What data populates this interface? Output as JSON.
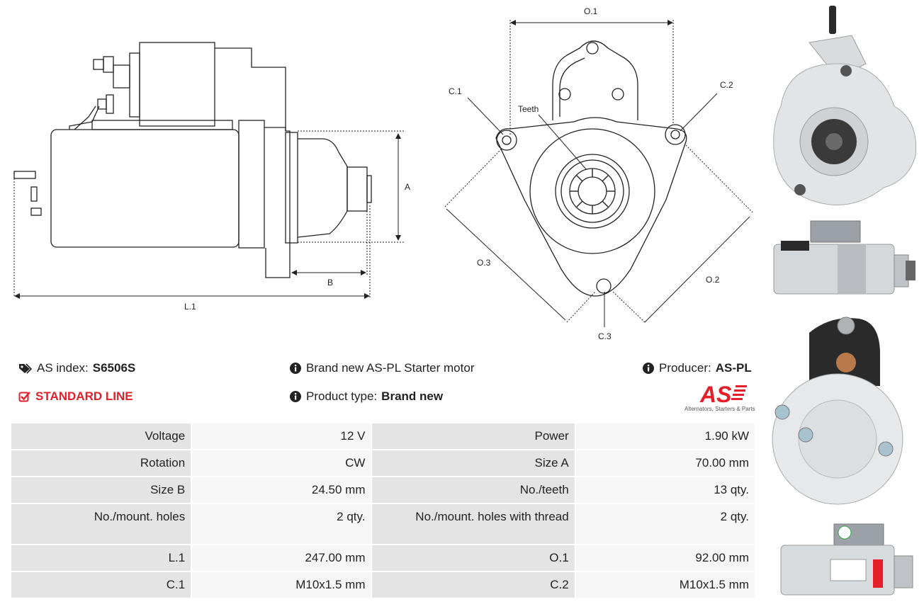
{
  "drawing": {
    "labels": {
      "a": "A",
      "b": "B",
      "l1": "L.1",
      "o1": "O.1",
      "o2": "O.2",
      "o3": "O.3",
      "c1": "C.1",
      "c2": "C.2",
      "c3": "C.3",
      "teeth": "Teeth"
    }
  },
  "info": {
    "as_index_label": "AS index:",
    "as_index_value": "S6506S",
    "standard_line": "STANDARD LINE",
    "description": "Brand new AS-PL Starter motor",
    "product_type_label": "Product type:",
    "product_type_value": "Brand new",
    "producer_label": "Producer:",
    "producer_value": "AS-PL",
    "logo_tagline": "Alternators, Starters & Parts",
    "logo_text": "AS",
    "brand_color": "#e3202a"
  },
  "specs": [
    [
      "Voltage",
      "12 V",
      "Power",
      "1.90 kW"
    ],
    [
      "Rotation",
      "CW",
      "Size A",
      "70.00 mm"
    ],
    [
      "Size B",
      "24.50 mm",
      "No./teeth",
      "13 qty."
    ],
    [
      "No./mount. holes",
      "2 qty.",
      "No./mount. holes with thread",
      "2 qty."
    ],
    [
      "L.1",
      "247.00 mm",
      "O.1",
      "92.00 mm"
    ],
    [
      "C.1",
      "M10x1.5 mm",
      "C.2",
      "M10x1.5 mm"
    ]
  ]
}
